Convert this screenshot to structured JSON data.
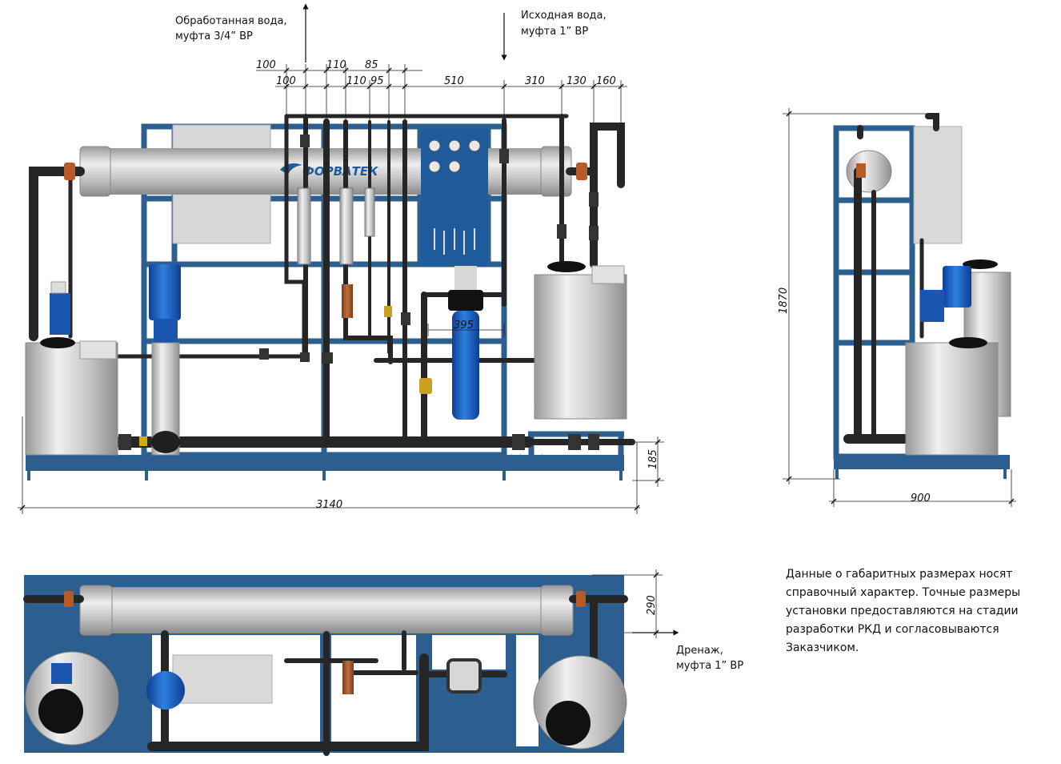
{
  "brand": "ФОРВАТЕК",
  "annotations": {
    "treated_water_line1": "Обработанная вода,",
    "treated_water_line2": "муфта 3/4” ВР",
    "source_water_line1": "Исходная вода,",
    "source_water_line2": "муфта 1” ВР",
    "drain_line1": "Дренаж,",
    "drain_line2": "муфта 1” ВР"
  },
  "dimensions": {
    "top_row1": [
      "100",
      "110",
      "85"
    ],
    "top_row2": [
      "100",
      "110",
      "95",
      "510",
      "310",
      "130",
      "160"
    ],
    "filter": "395",
    "overall_length": "3140",
    "frame_height": "185",
    "side_height": "1870",
    "side_width": "900",
    "top_offset": "290"
  },
  "note": "Данные о габаритных размерах носят справочный характер. Точные размеры установки предоставляются на стадии разработки РКД и согласовываются Заказчиком.",
  "colors": {
    "frame": "#2c5f8f",
    "pipe": "#262626",
    "tank": "#cfcfcf",
    "pump": "#1a56b0",
    "filter": "#2a7ad6"
  }
}
